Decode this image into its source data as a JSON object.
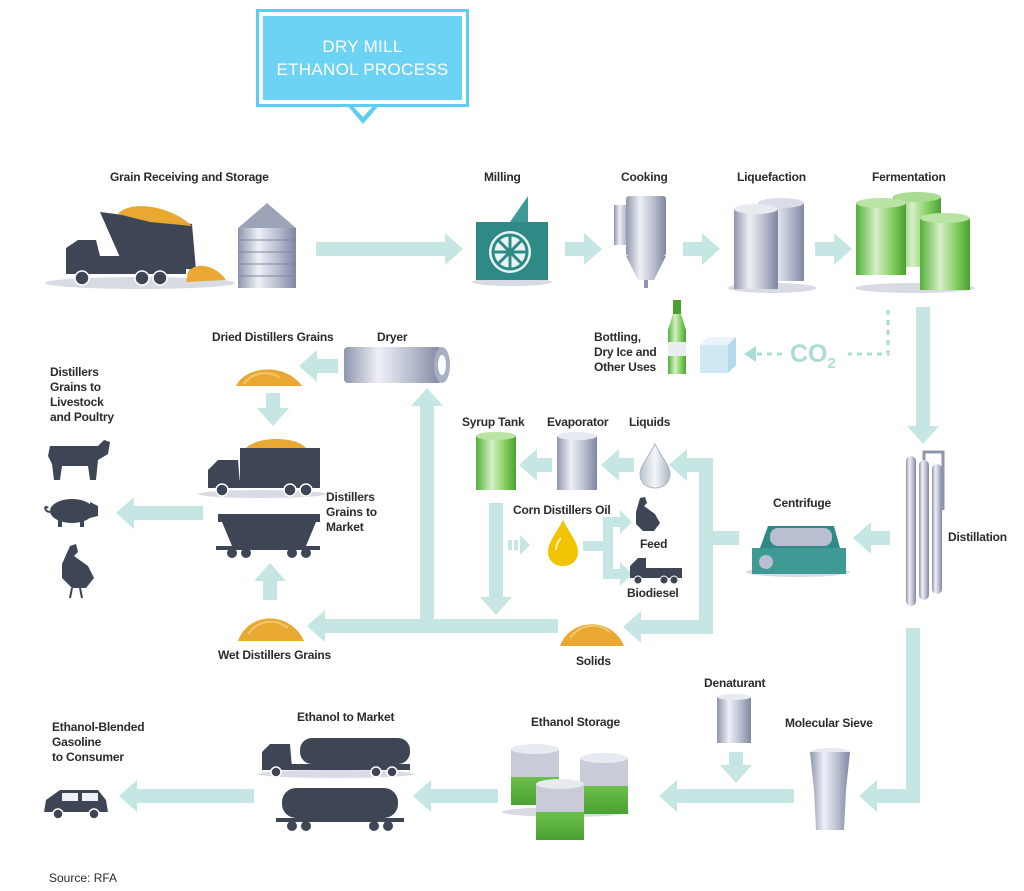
{
  "title": {
    "line1": "DRY MILL",
    "line2": "ETHANOL PROCESS"
  },
  "labels": {
    "grain_receiving": "Grain Receiving and Storage",
    "milling": "Milling",
    "cooking": "Cooking",
    "liquefaction": "Liquefaction",
    "fermentation": "Fermentation",
    "bottling": [
      "Bottling,",
      "Dry Ice and",
      "Other Uses"
    ],
    "co2": "CO",
    "co2_sub": "2",
    "dried_distillers_grains": "Dried Distillers Grains",
    "dryer": "Dryer",
    "livestock": [
      "Distillers",
      "Grains to",
      "Livestock",
      "and Poultry"
    ],
    "distillers_market": [
      "Distillers",
      "Grains to",
      "Market"
    ],
    "wet_distillers_grains": "Wet Distillers Grains",
    "syrup_tank": "Syrup Tank",
    "evaporator": "Evaporator",
    "liquids": "Liquids",
    "corn_oil": "Corn Distillers Oil",
    "feed": "Feed",
    "biodiesel": "Biodiesel",
    "centrifuge": "Centrifuge",
    "distillation": "Distillation",
    "solids": "Solids",
    "denaturant": "Denaturant",
    "molecular_sieve": "Molecular Sieve",
    "ethanol_storage": "Ethanol Storage",
    "ethanol_market": "Ethanol to Market",
    "consumer": [
      "Ethanol-Blended",
      "Gasoline",
      "to Consumer"
    ]
  },
  "source": "Source: RFA",
  "colors": {
    "arrow": "#c5e6e2",
    "title_border": "#5ecdf2",
    "title_fill": "#6dd3f5",
    "vehicle": "#3e4656",
    "grain": "#e8a832",
    "teal": "#3f9a96",
    "green": "#6cc04a"
  }
}
